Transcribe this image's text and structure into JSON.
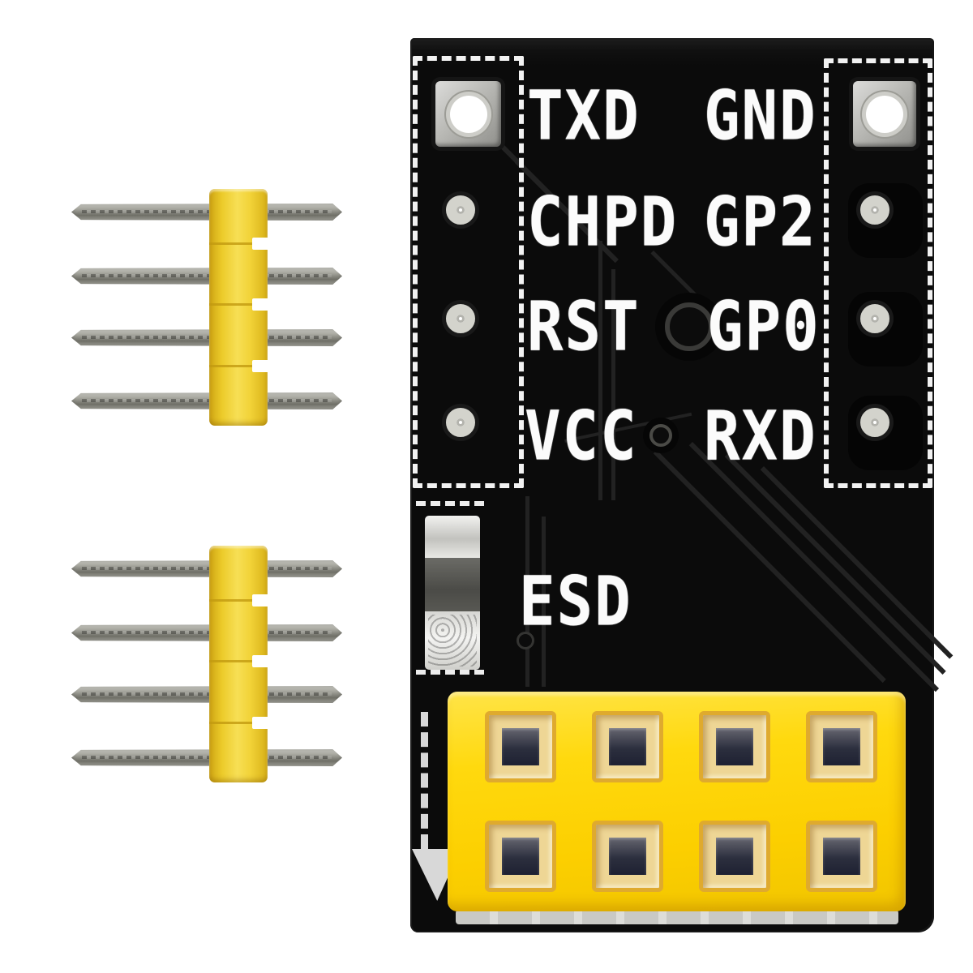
{
  "image": {
    "background_color": "#ffffff"
  },
  "pcb": {
    "board_color": "#0b0b0b",
    "silkscreen_color": "#f2f2f2",
    "pin_rows": [
      {
        "left": "TXD",
        "right": "GND"
      },
      {
        "left": "CHPD",
        "right": "GP2"
      },
      {
        "left": "RST",
        "right": "GP0"
      },
      {
        "left": "VCC",
        "right": "RXD"
      }
    ],
    "esd_label": "ESD",
    "orientation_arrow_icon": "down-arrow",
    "socket": {
      "color": "#ffd90e",
      "hole_rows": 2,
      "hole_cols": 4
    }
  },
  "pin_headers": {
    "count": 2,
    "pins_each": 4,
    "plastic_color": "#f2d338",
    "pin_color": "#a8a8a0"
  }
}
